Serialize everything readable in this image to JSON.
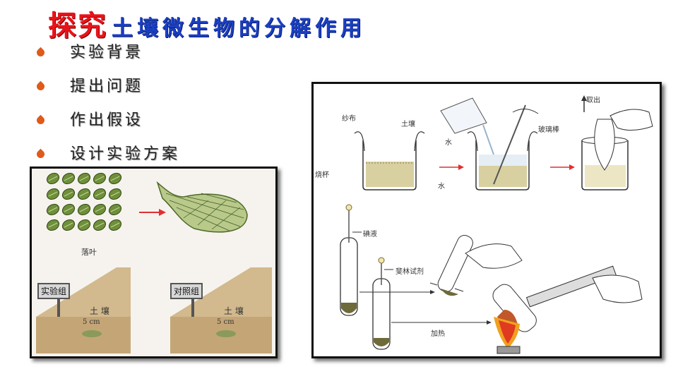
{
  "title": {
    "prefix": "探究",
    "main": "土壤微生物的分解作用"
  },
  "bullets": [
    {
      "label": "实验背景"
    },
    {
      "label": "提出问题"
    },
    {
      "label": "作出假设"
    },
    {
      "label": "设计实验方案"
    }
  ],
  "left_figure": {
    "leaves_label": "落叶",
    "experiment_group": "实验组",
    "control_group": "对照组",
    "soil_label": "土 壤",
    "depth": "5 cm"
  },
  "right_figure": {
    "gauze": "纱布",
    "soil": "土壤",
    "beaker": "烧杯",
    "water": "水",
    "glass_rod": "玻璃棒",
    "take_out": "取出",
    "iodine": "碘液",
    "fehling": "斐林试剂",
    "heat": "加热"
  },
  "colors": {
    "title_red": "#e8141b",
    "title_blue": "#1a3fc2",
    "bullet": "#e05a1a"
  }
}
